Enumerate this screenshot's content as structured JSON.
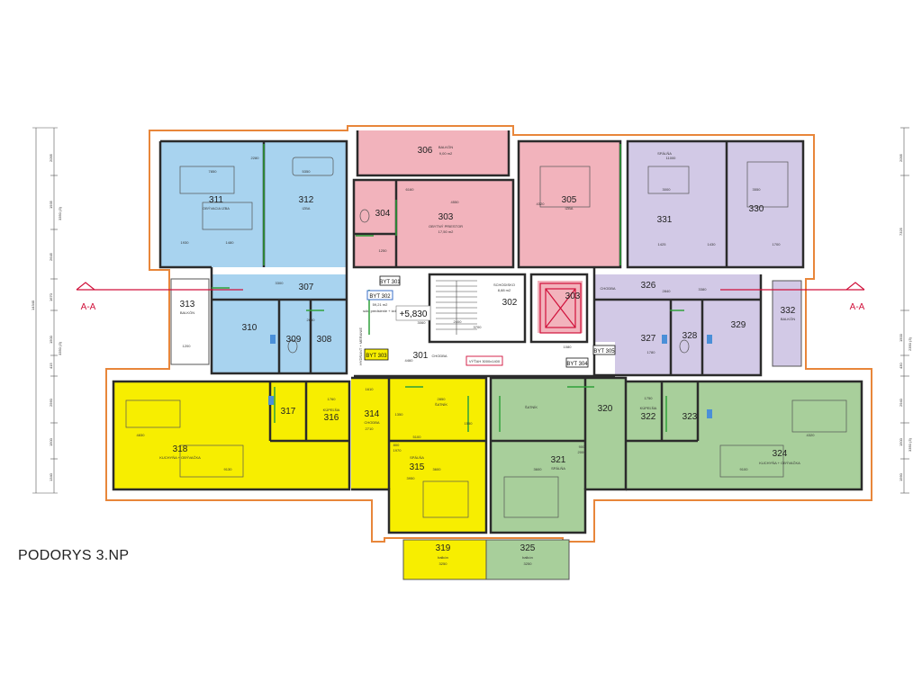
{
  "title": "PODORYS 3.NP",
  "level_mark": "+5,830",
  "section_label": "A-A",
  "colors": {
    "blue": "#a8d3ef",
    "pink": "#f2b3bc",
    "purple": "#d2c9e6",
    "yellow": "#f7ee00",
    "green": "#a8cf9b",
    "wall": "#2b2b2b",
    "insulation": "#e8863a",
    "section": "#d0103a",
    "green_line": "#2fa13a"
  },
  "rooms": {
    "r311": {
      "num": "311",
      "name": "OBÝVACIA IZBA"
    },
    "r312": {
      "num": "312",
      "name": "IZBA"
    },
    "r306": {
      "num": "306",
      "name": "BALKÓN",
      "area": "9,00 m2"
    },
    "r304": {
      "num": "304"
    },
    "r303": {
      "num": "303",
      "name": "OBYTNÝ PRIESTOR",
      "area": "17,50 m2"
    },
    "r305": {
      "num": "305",
      "name": "IZBA"
    },
    "r331": {
      "num": "331"
    },
    "r330": {
      "num": "330"
    },
    "r313": {
      "num": "313",
      "name": "BALKÓN"
    },
    "r307": {
      "num": "307"
    },
    "r310": {
      "num": "310"
    },
    "r309": {
      "num": "309"
    },
    "r308": {
      "num": "308"
    },
    "r302": {
      "num": "302",
      "name": "SCHODISKO",
      "area": "8,88 m2"
    },
    "r301": {
      "num": "301",
      "name": "CHODBA"
    },
    "r303b": {
      "num": "303"
    },
    "r326": {
      "num": "326",
      "name": "CHODBA"
    },
    "r327": {
      "num": "327"
    },
    "r328": {
      "num": "328"
    },
    "r329": {
      "num": "329"
    },
    "r332": {
      "num": "332",
      "name": "BALKÓN"
    },
    "r317": {
      "num": "317"
    },
    "r316": {
      "num": "316",
      "name": "KÚPEĽŇA"
    },
    "r318": {
      "num": "318",
      "name": "KUCHYŇA + OBÝVAČKA"
    },
    "r314": {
      "num": "314",
      "name": "CHODBA"
    },
    "r315": {
      "num": "315",
      "name": "SPÁLŇA"
    },
    "r_skrin1": {
      "name": "ŠATNÍK"
    },
    "r321": {
      "num": "321",
      "name": "SPÁLŇA"
    },
    "r_skrin2": {
      "name": "ŠATNÍK"
    },
    "r320": {
      "num": "320"
    },
    "r322": {
      "num": "322",
      "name": "KÚPEĽŇA"
    },
    "r323": {
      "num": "323"
    },
    "r324": {
      "num": "324",
      "name": "KUCHYŇA + OBÝVAČKA"
    },
    "r319": {
      "num": "319",
      "name": "balkón"
    },
    "r325": {
      "num": "325",
      "name": "balkón"
    },
    "r331_name": {
      "name": "SPÁLŇA"
    }
  },
  "flats": {
    "byt301": "BYT 301",
    "byt302": "BYT 302",
    "byt302_area": "59,21 m2",
    "byt302_note": "súk. predsienie + izd.",
    "byt303": "BYT 303",
    "byt304": "BYT 304",
    "byt305": "BYT 305",
    "hydrant": "HYDRANT + MERANIE",
    "vytah": "VÝŤAH 3000x1400"
  },
  "dims": {
    "d_7850": "7850",
    "d_2280": "2280",
    "d_5350": "5350",
    "d_1930": "1930",
    "d_1480": "1480",
    "d_6160": "6160",
    "d_4550": "4550",
    "d_11000": "11000",
    "d_3000": "3000",
    "d_3550": "3550",
    "d_1425": "1425",
    "d_1430": "1430",
    "d_1700": "1700",
    "d_3300": "3300",
    "d_3380": "3380",
    "d_2840": "2840",
    "d_3700": "3700",
    "d_2400": "2400",
    "d_3060": "3060",
    "d_4460": "4460",
    "d_2650": "2650",
    "d_1200": "1200",
    "d_1080": "1080",
    "d_1780": "1780",
    "d_1750": "1750",
    "d_9130": "9130",
    "d_9100": "9100",
    "d_2850": "2850",
    "d_3600": "3600",
    "d_1760": "1760",
    "d_1610": "1610",
    "d_1350": "1350",
    "d_5100": "5100",
    "d_3250": "3250",
    "d_3950": "3950",
    "d_2710": "2710",
    "d_1550": "1550",
    "d_800": "800",
    "d_1970": "1970",
    "d_900": "900",
    "d_2000": "2000",
    "d_1250": "1250",
    "d_4830": "4830",
    "d_4320": "4320",
    "d_4320b": "4320"
  },
  "side_dims_left": {
    "total": "14340",
    "a": "2095",
    "b": "1935",
    "c": "2645",
    "d": "1670",
    "e": "1500",
    "f": "3350 (3)",
    "g": "415",
    "h": "2560",
    "i": "1500",
    "j": "1340",
    "k": "3350 (3)"
  },
  "side_dims_right": {
    "a": "2095",
    "b": "7325",
    "c": "1500",
    "d": "2350 (3)",
    "e": "430",
    "f": "2940",
    "g": "1500",
    "h": "3350 (3)",
    "i": "1560"
  }
}
